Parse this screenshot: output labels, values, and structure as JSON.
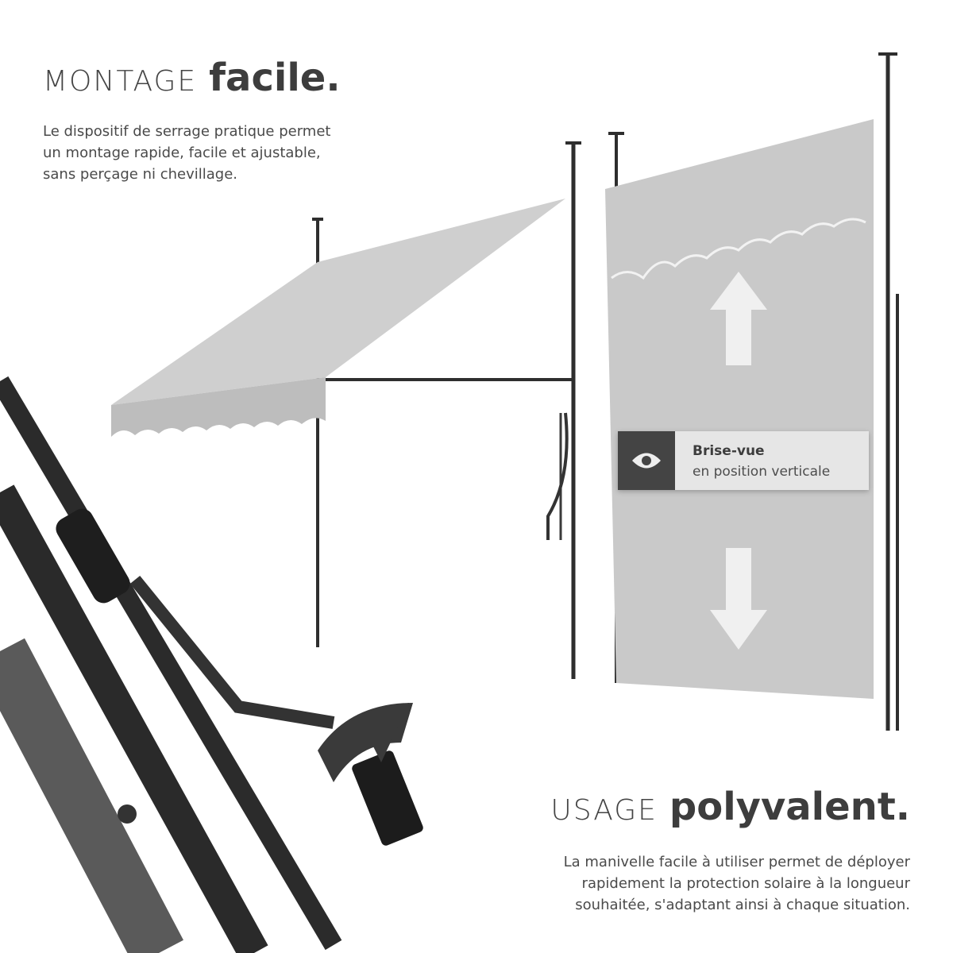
{
  "sections": {
    "montage": {
      "title_light": "MONTAGE",
      "title_bold": "facile.",
      "description": [
        "Le dispositif de serrage pratique permet",
        "un montage rapide, facile et ajustable,",
        "sans perçage ni chevillage."
      ]
    },
    "usage": {
      "title_light": "USAGE",
      "title_bold": "polyvalent.",
      "description": [
        "La manivelle facile à utiliser permet de déployer",
        "rapidement la protection solaire à la longueur",
        "souhaitée, s'adaptant ainsi à chaque situation."
      ]
    }
  },
  "badge": {
    "icon": "eye-icon",
    "title": "Brise-vue",
    "subtitle": "en position verticale"
  },
  "colors": {
    "text_dark": "#3d3d3d",
    "awning_fabric": "#c8c8c8",
    "pole": "#2e2e2e",
    "badge_icon_bg": "#444444",
    "badge_bg": "#e6e6e6"
  }
}
